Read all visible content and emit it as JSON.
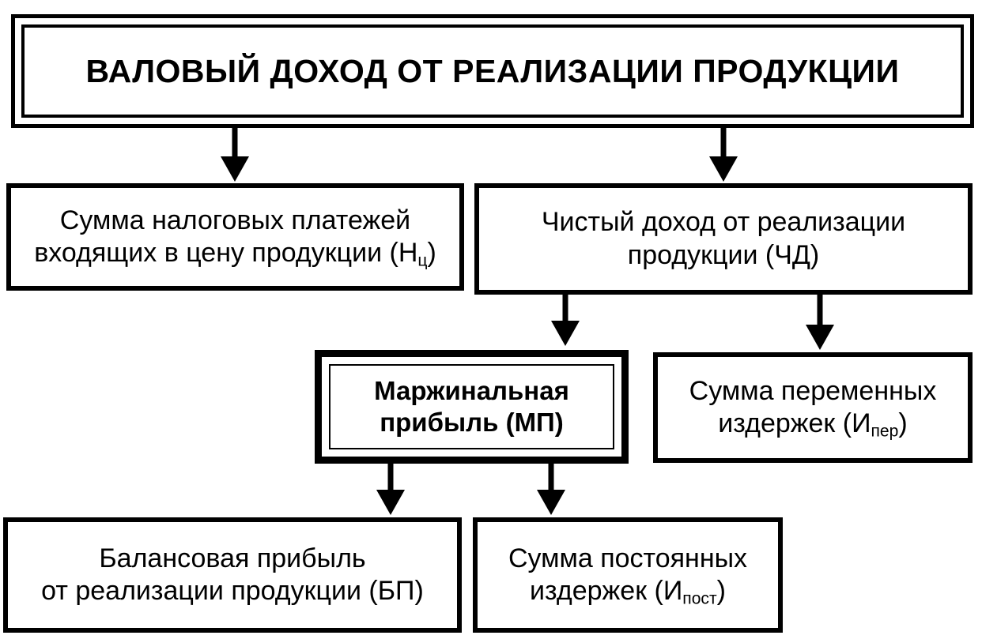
{
  "title": {
    "text": "ВАЛОВЫЙ ДОХОД ОТ РЕАЛИЗАЦИИ ПРОДУКЦИИ"
  },
  "tax_box": {
    "line1": "Сумма налоговых платежей",
    "line2_main": "входящих в цену продукции (Н",
    "line2_sub": "ц",
    "line2_end": ")"
  },
  "net_income_box": {
    "line1": "Чистый доход от реализации",
    "line2": "продукции (ЧД)"
  },
  "margin_box": {
    "line1": "Маржинальная",
    "line2": "прибыль (МП)"
  },
  "variable_costs_box": {
    "line1": "Сумма переменных",
    "line2_main": "издержек (И",
    "line2_sub": "пер",
    "line2_end": ")"
  },
  "balance_profit_box": {
    "line1": "Балансовая прибыль",
    "line2": "от реализации продукции (БП)"
  },
  "fixed_costs_box": {
    "line1": "Сумма постоянных",
    "line2_main": "издержек (И",
    "line2_sub": "пост",
    "line2_end": ")"
  }
}
